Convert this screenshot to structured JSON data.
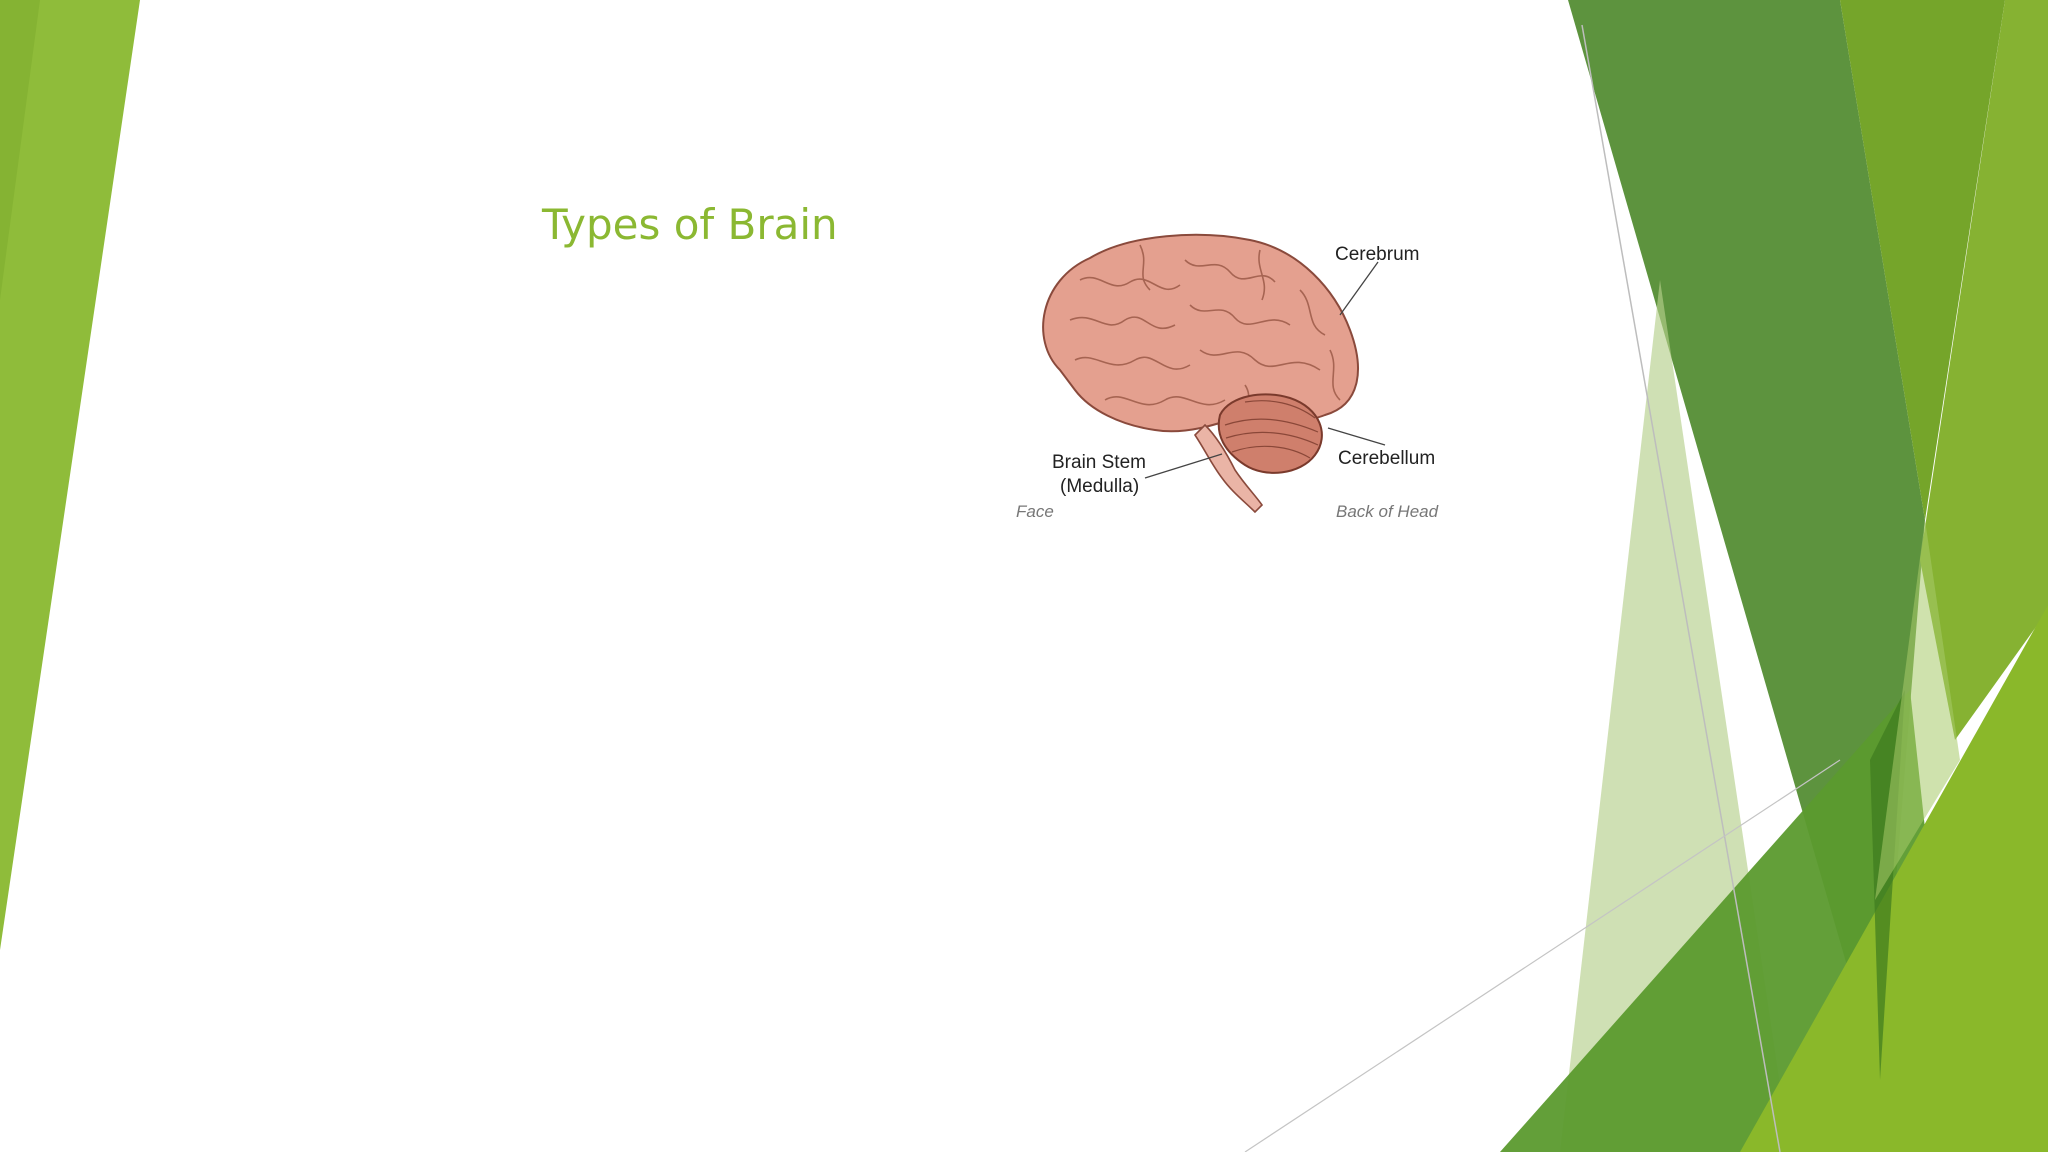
{
  "slide": {
    "title": "Types of Brain",
    "figure": {
      "labels": {
        "cerebrum": "Cerebrum",
        "cerebellum": "Cerebellum",
        "brain_stem_line1": "Brain Stem",
        "brain_stem_line2": "(Medulla)",
        "face": "Face",
        "back_of_head": "Back of Head"
      }
    }
  },
  "colors": {
    "title": "#8bb832",
    "accent_light": "#8fbc3a",
    "accent_dark": "#4f8a2e",
    "brain": "#e4a08f"
  }
}
